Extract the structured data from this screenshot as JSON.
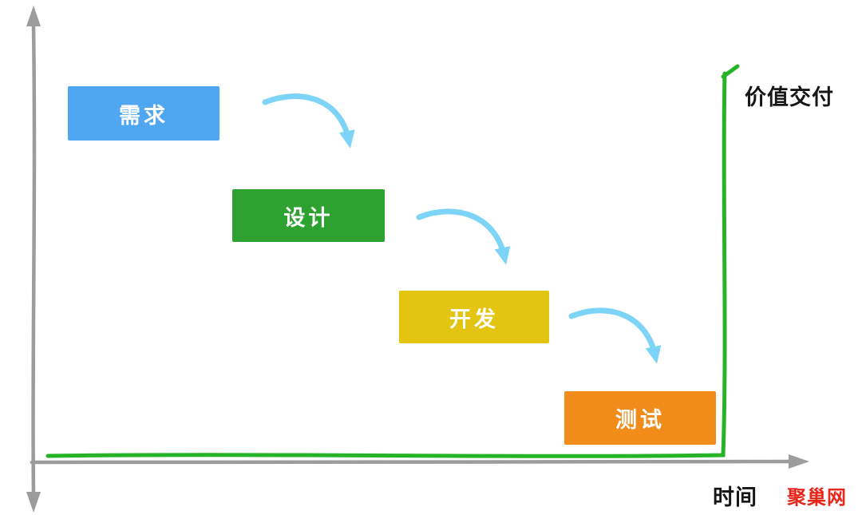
{
  "diagram": {
    "type": "waterfall-process",
    "stages": [
      {
        "label": "需求",
        "color": "#4FA7F2"
      },
      {
        "label": "设计",
        "color": "#2EA230"
      },
      {
        "label": "开发",
        "color": "#E2C411"
      },
      {
        "label": "测试",
        "color": "#F18C1B"
      }
    ],
    "value_delivery_label": "价值交付",
    "time_axis_label": "时间",
    "watermark": "聚巢网",
    "colors": {
      "axis": "#9C9C9C",
      "flow_arrow": "#7ED4F6",
      "value_line": "#27B327",
      "stage_text": "#FFFFFF",
      "label_text": "#161616",
      "watermark_text": "#E8271C"
    }
  }
}
